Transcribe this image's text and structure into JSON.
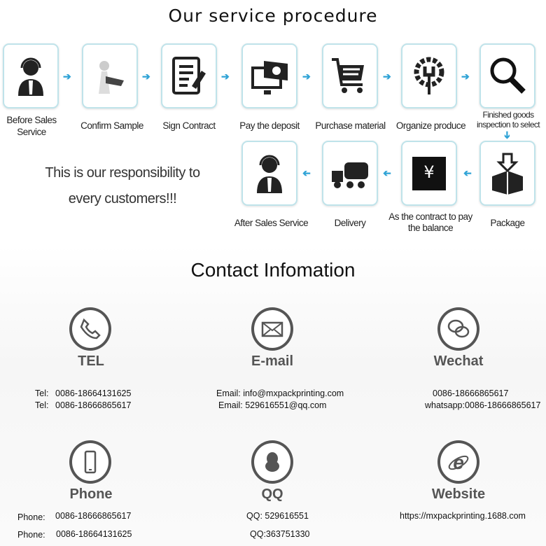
{
  "procedure": {
    "title": "Our service procedure",
    "steps": [
      "Before Sales Service",
      "Confirm Sample",
      "Sign Contract",
      "Pay the deposit",
      "Purchase material",
      "Organize produce",
      "Finished goods inspection to select",
      "Package",
      "As the contract to pay the balance",
      "Delivery",
      "After Sales Service"
    ],
    "slogan": "This is our responsibility to every customers!!!",
    "accent": "#2fa3d6"
  },
  "contact": {
    "title": "Contact Infomation",
    "tel": {
      "label": "TEL",
      "lines": [
        "Tel:",
        "0086-18664131625",
        "Tel:",
        "0086-18666865617"
      ]
    },
    "email": {
      "label": "E-mail",
      "lines": [
        "Email:  info@mxpackprinting.com",
        "Email:   529616551@qq.com"
      ]
    },
    "wechat": {
      "label": "Wechat",
      "lines": [
        "0086-18666865617",
        "whatsapp:0086-18666865617"
      ]
    },
    "phone": {
      "label": "Phone",
      "lines": [
        "Phone:",
        "0086-18666865617",
        "Phone:",
        "0086-18664131625"
      ]
    },
    "qq": {
      "label": "QQ",
      "lines": [
        "QQ:  529616551",
        "QQ:363751330"
      ]
    },
    "website": {
      "label": "Website",
      "lines": [
        "https://mxpackprinting.1688.com"
      ]
    }
  }
}
